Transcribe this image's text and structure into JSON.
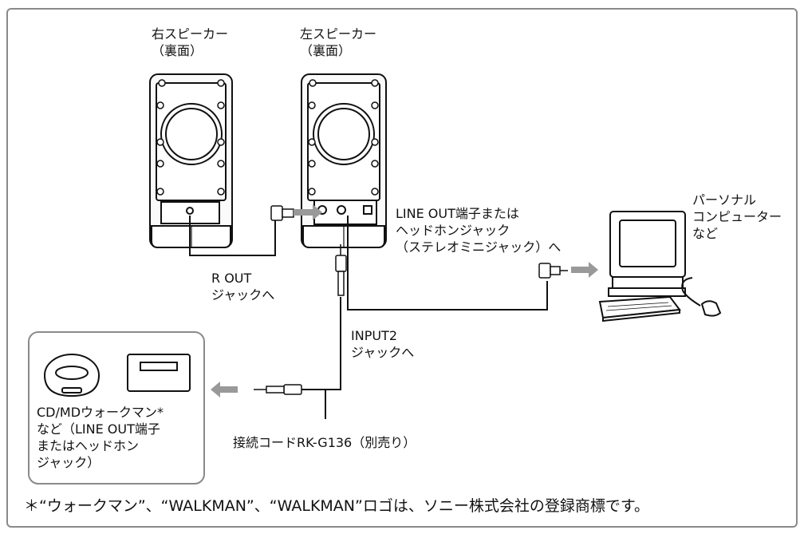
{
  "labels": {
    "right_speaker": [
      "右スピーカー",
      "（裏面）"
    ],
    "left_speaker": [
      "左スピーカー",
      "（裏面）"
    ],
    "line_out": [
      "LINE OUT端子または",
      "ヘッドホンジャック",
      "（ステレオミニジャック）へ"
    ],
    "pc": [
      "パーソナル",
      "コンピューター",
      "など"
    ],
    "r_out": [
      "R OUT",
      "ジャックへ"
    ],
    "input2": [
      "INPUT2",
      "ジャックへ"
    ],
    "walkman": [
      "CD/MDウォークマン*",
      "など（LINE OUT端子",
      "またはヘッドホン",
      "ジャック）"
    ],
    "cord": "接続コードRK-G136（別売り）"
  },
  "footnote": "＊“ウォークマン”、“WALKMAN”、“WALKMAN”ロゴは、ソニー株式会社の登録商標です。",
  "colors": {
    "frame": "#8a8a8a",
    "arrow": "#999999",
    "speaker_fill": "#f2f2f2",
    "line": "#111111"
  }
}
